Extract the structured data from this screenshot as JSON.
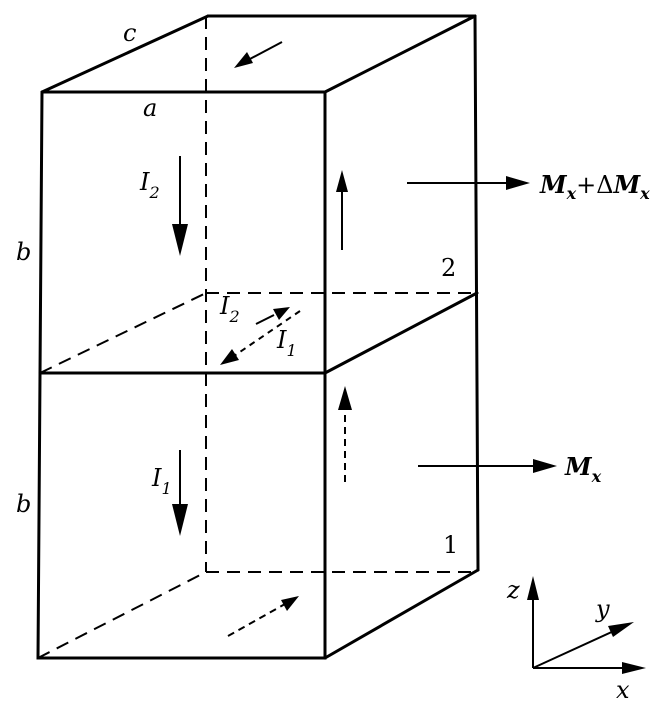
{
  "labels": {
    "edge_c": "c",
    "edge_a": "a",
    "edge_b_top": "b",
    "edge_b_bottom": "b",
    "current_1_main": "I",
    "current_1_sub": "1",
    "current_2_main": "I",
    "current_2_sub": "2",
    "current_mid_2_main": "I",
    "current_mid_2_sub": "2",
    "current_mid_1_main": "I",
    "current_mid_1_sub": "1",
    "cube_1": "1",
    "cube_2": "2",
    "moment_lower_main": "M",
    "moment_lower_sub": "x",
    "moment_upper_main": "M",
    "moment_upper_sub": "x",
    "moment_upper_plus": "+Δ",
    "moment_upper_main2": "M",
    "moment_upper_sub2": "x",
    "axis_x": "x",
    "axis_y": "y",
    "axis_z": "z"
  }
}
